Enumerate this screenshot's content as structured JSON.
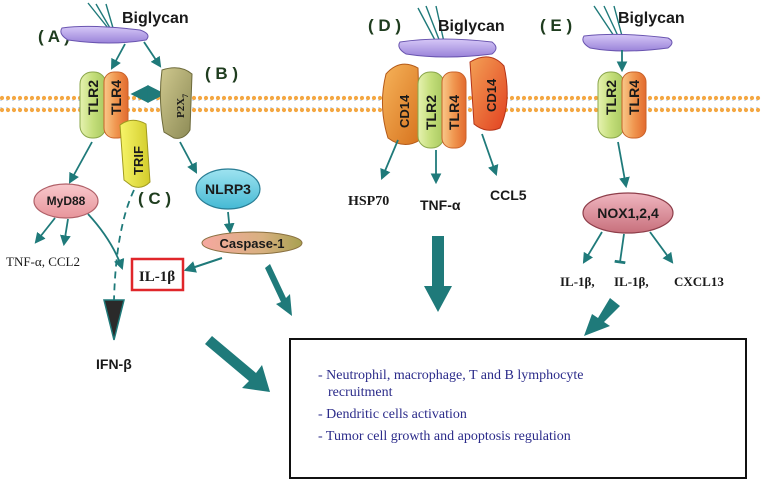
{
  "panels": {
    "a": "( A )",
    "b": "( B )",
    "c": "( C )",
    "d": "( D )",
    "e": "( E )"
  },
  "ligand": {
    "a": "Biglycan",
    "d": "Biglycan",
    "e": "Biglycan"
  },
  "receptors": {
    "tlr2": "TLR2",
    "tlr4": "TLR4",
    "p2x7": "P2X",
    "p2x7_sub": "7",
    "cd14": "CD14"
  },
  "adaptors": {
    "trif": "TRIF",
    "myd88": "MyD88",
    "nlrp3": "NLRP3",
    "caspase1": "Caspase-1",
    "nox": "NOX1,2,4"
  },
  "products": {
    "tnf_ccl2": "TNF-α, CCL2",
    "il1b_boxed": "IL-1β",
    "ifnb": "IFN-β",
    "hsp70": "HSP70",
    "tnfa": "TNF-α",
    "ccl5": "CCL5",
    "il1b_e1": "IL-1β,",
    "il1b_e2": "IL-1β,",
    "cxcl13": "CXCL13"
  },
  "outcome": {
    "line1": "- Neutrophil, macrophage, T and B lymphocyte",
    "line1b": "recruitment",
    "line2": "- Dendritic cells activation",
    "line3": "- Tumor cell growth and apoptosis regulation"
  },
  "colors": {
    "arrow": "#1f7a7a",
    "membrane_head": "#f4a742",
    "membrane_tail": "#7fa8d8",
    "tlr2": "#cde38a",
    "tlr4": "#f08a4b",
    "biglycan": "#b9a6e8",
    "box_border": "#e0262a"
  }
}
